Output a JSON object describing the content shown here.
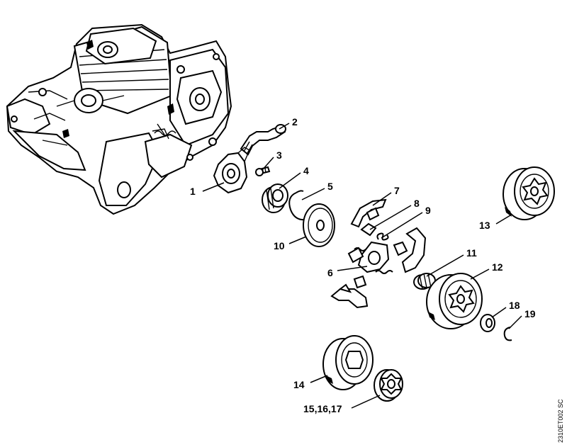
{
  "callouts": {
    "c1": "1",
    "c2": "2",
    "c3": "3",
    "c4": "4",
    "c5": "5",
    "c6": "6",
    "c7": "7",
    "c8": "8",
    "c9": "9",
    "c10": "10",
    "c11": "11",
    "c12": "12",
    "c13": "13",
    "c14": "14",
    "c15": "15,16,17",
    "c18": "18",
    "c19": "19"
  },
  "doc_code": "2310ET002 SC"
}
